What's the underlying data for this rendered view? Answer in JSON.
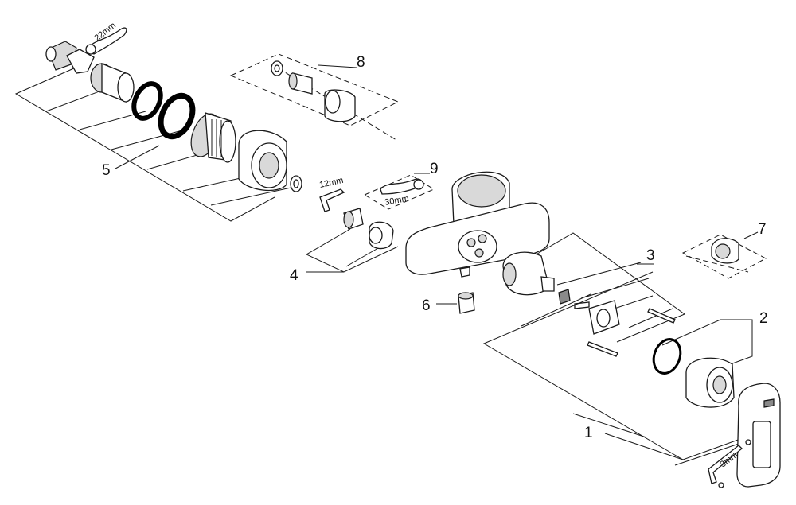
{
  "callouts": {
    "c1": "1",
    "c2": "2",
    "c3": "3",
    "c4": "4",
    "c5": "5",
    "c6": "6",
    "c7": "7",
    "c8": "8",
    "c9": "9"
  },
  "dimensions": {
    "wrench_22": "22mm",
    "hex_12": "12mm",
    "wrench_30": "30mm",
    "hex_3": "3mm"
  }
}
